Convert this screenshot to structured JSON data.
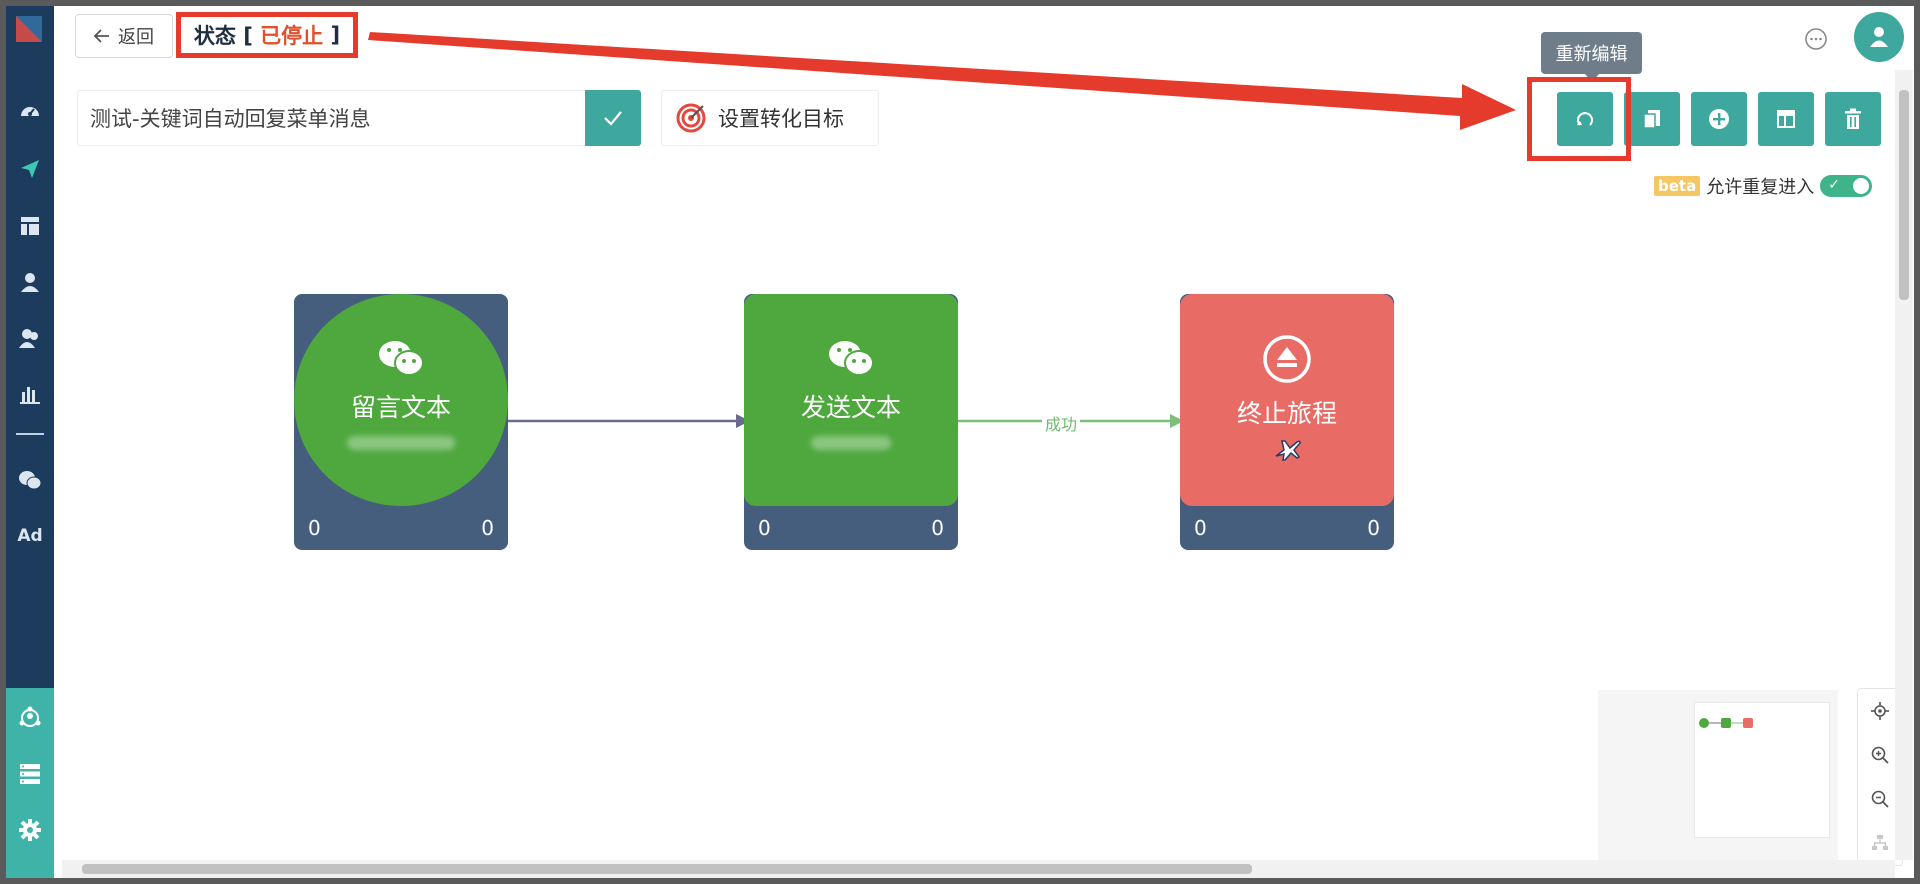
{
  "header": {
    "back_label": "返回",
    "status_prefix": "状态 [ ",
    "status_value": "已停止",
    "status_suffix": " ]"
  },
  "toolbar": {
    "name_value": "测试-关键词自动回复菜单消息",
    "goal_label": "设置转化目标",
    "tooltip": "重新编辑",
    "buttons": [
      "re-edit",
      "copy",
      "add",
      "layout",
      "delete"
    ],
    "beta_badge": "beta",
    "allow_reentry_label": "允许重复进入",
    "allow_reentry": true
  },
  "flow": {
    "nodes": [
      {
        "title": "留言文本",
        "left_count": "0",
        "right_count": "0",
        "color": "#4ea83e",
        "shape": "circle",
        "icon": "wechat-icon"
      },
      {
        "title": "发送文本",
        "left_count": "0",
        "right_count": "0",
        "color": "#4ea83e",
        "shape": "square",
        "icon": "wechat-icon"
      },
      {
        "title": "终止旅程",
        "left_count": "0",
        "right_count": "0",
        "color": "#e86b66",
        "shape": "square",
        "icon": "eject-icon"
      }
    ],
    "edge_label": "成功"
  },
  "sidebar": {
    "items": [
      "dashboard-icon",
      "send-icon",
      "layout-icon",
      "user-icon",
      "users-icon",
      "bar-chart-icon",
      "wechat-icon",
      "Ad"
    ],
    "bottom_items": [
      "journey-icon",
      "server-icon",
      "settings-icon"
    ]
  },
  "colors": {
    "accent": "#3fa89e",
    "sidebar": "#1d3b5c",
    "stopped": "#e0502c",
    "annotation": "#e53b2c",
    "success_line": "#7cbf7c"
  }
}
